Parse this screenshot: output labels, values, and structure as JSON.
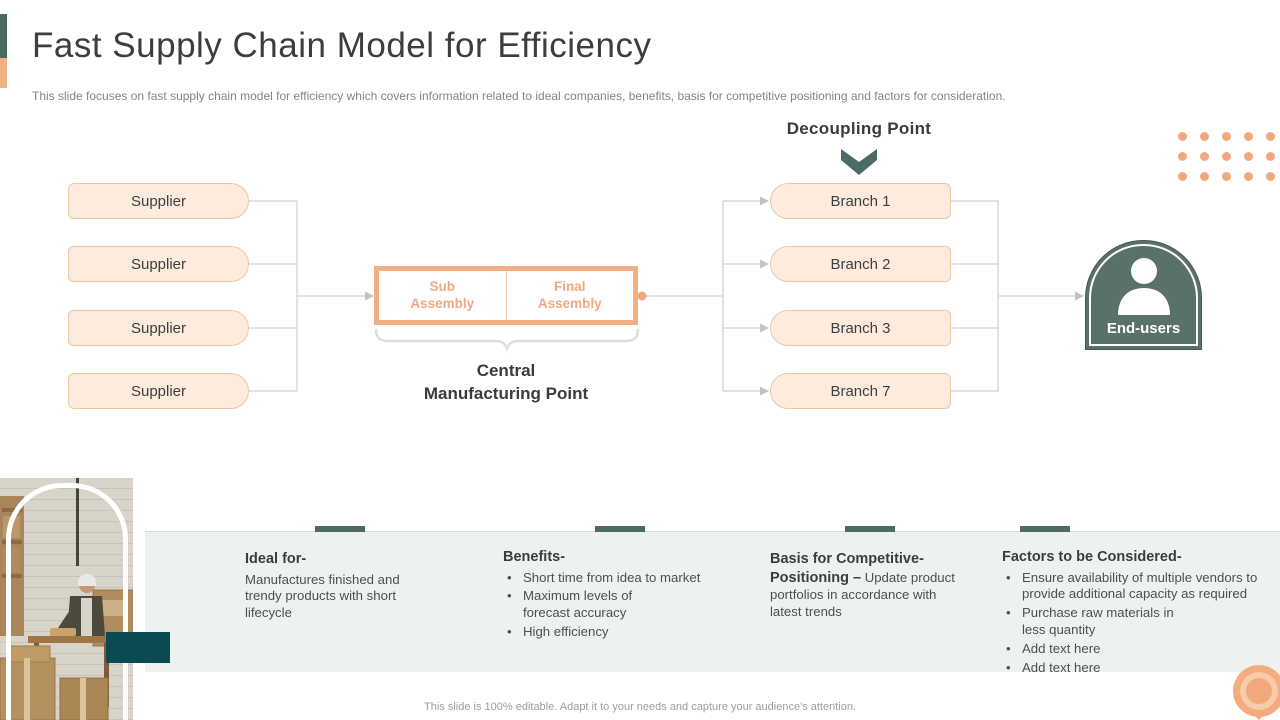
{
  "slide": {
    "title": "Fast Supply Chain Model for Efficiency",
    "subtitle": "This slide focuses on fast supply chain model for efficiency which covers information related to ideal companies, benefits, basis for competitive positioning and factors for consideration.",
    "footer": "This slide is 100% editable.  Adapt it to your needs and capture your audience's attention."
  },
  "diagram": {
    "decoupling_point_label": "Decoupling Point",
    "suppliers": [
      "Supplier",
      "Supplier",
      "Supplier",
      "Supplier"
    ],
    "central": {
      "sub_label": "Sub\nAssembly",
      "final_label": "Final\nAssembly",
      "caption": "Central\nManufacturing Point"
    },
    "branches": [
      "Branch 1",
      "Branch 2",
      "Branch 3",
      "Branch 7"
    ],
    "end_users_label": "End-users"
  },
  "info_columns": [
    {
      "heading": "Ideal for-",
      "body": "Manufactures finished and trendy products with short lifecycle"
    },
    {
      "heading": "Benefits-",
      "bullets": [
        "Short time from idea to market",
        "Maximum levels of\nforecast accuracy",
        "High efficiency"
      ]
    },
    {
      "heading": "Basis for Competitive-Positioning –",
      "body": "Update product portfolios in accordance with latest trends"
    },
    {
      "heading": "Factors to be Considered-",
      "bullets": [
        "Ensure availability of multiple vendors to provide additional capacity as required",
        "Purchase raw materials in\n less quantity",
        "Add text here",
        "Add text here"
      ]
    }
  ],
  "icons": {
    "chevron": "chevron-down-icon",
    "person": "person-icon",
    "dots": "dot-grid-decoration",
    "pin": "location-pin-decoration"
  },
  "colors": {
    "accent_teal": "#4c6b64",
    "accent_peach": "#f0b185",
    "box_fill": "#fdecdd",
    "box_border": "#e9c9a4",
    "central_border": "#f0b083",
    "peach_text": "#f2a87e",
    "end_users_fill": "#5a7169",
    "dark_teal_rect": "#0c4a52",
    "panel_bg": "#edf2f1",
    "connector_gray": "#c7c7c7",
    "dots_orange": "#f2a87c"
  }
}
